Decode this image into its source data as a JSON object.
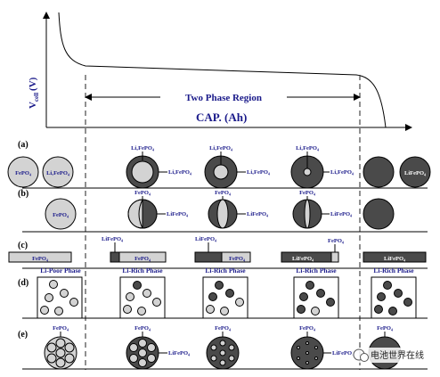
{
  "axes": {
    "y_label_main": "V",
    "y_label_sub": "cell",
    "y_label_unit": "(V)",
    "x_label": "CAP. (Ah)",
    "region_label": "Two Phase Region"
  },
  "rows": {
    "a": "(a)",
    "b": "(b)",
    "c": "(c)",
    "d": "(d)",
    "e": "(e)"
  },
  "labels": {
    "fepo4": "FePO₄",
    "lifepo4": "LiFePO₄",
    "lixfepo4": "LiₓFePO₄",
    "li_poor": "Li-Poor Phase",
    "li_rich": "Li-Rich Phase"
  },
  "watermark": "电池世界在线",
  "colors": {
    "fepo4_phase": "#d3d3d3",
    "lifepo4_phase": "#4a4a4a",
    "label_text": "#1a1a8a"
  }
}
